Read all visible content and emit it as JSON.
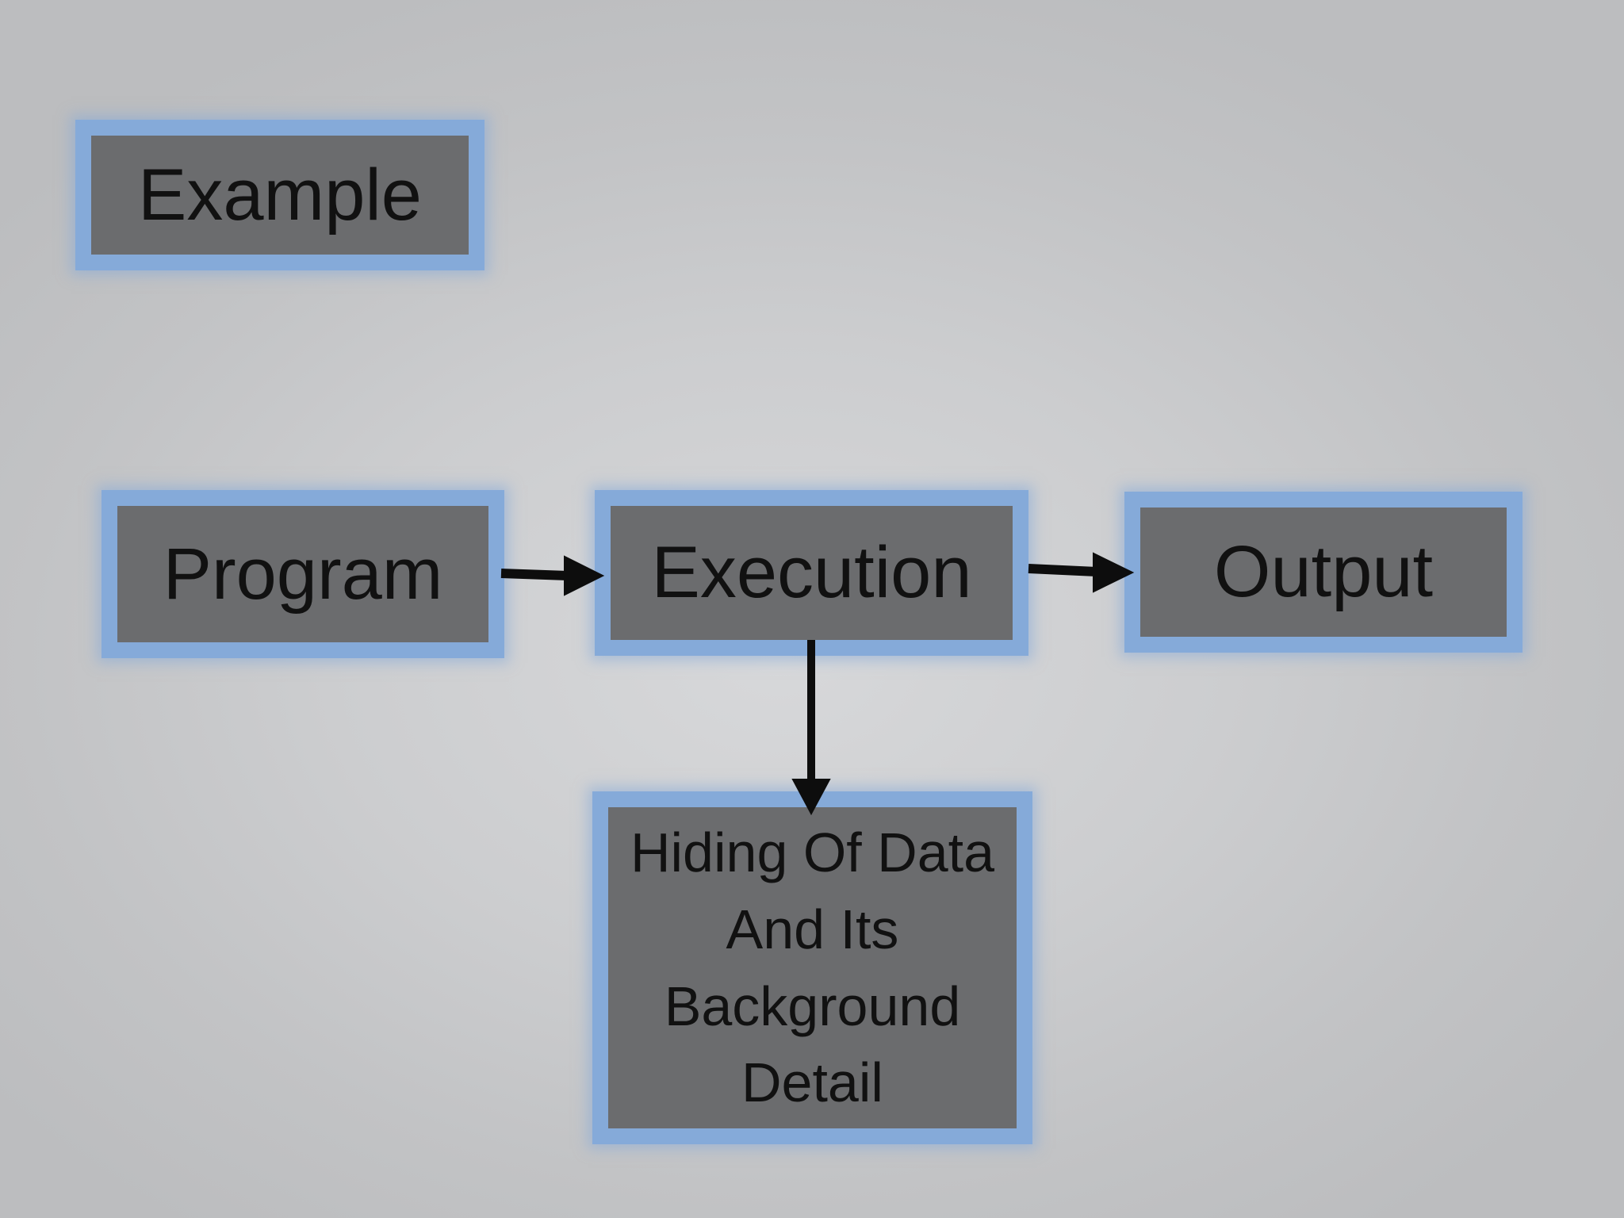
{
  "diagram": {
    "title": "Example",
    "nodes": {
      "example": {
        "label": "Example"
      },
      "program": {
        "label": "Program"
      },
      "execution": {
        "label": "Execution"
      },
      "output": {
        "label": "Output"
      },
      "hiding": {
        "label": "Hiding Of Data And Its Background Detail",
        "lines": [
          "Hiding Of Data",
          "And Its",
          "Background",
          "Detail"
        ]
      }
    },
    "edges": [
      {
        "from": "program",
        "to": "execution",
        "direction": "right"
      },
      {
        "from": "execution",
        "to": "output",
        "direction": "right"
      },
      {
        "from": "execution",
        "to": "hiding",
        "direction": "down"
      }
    ],
    "colors": {
      "background": "#c2c3c5",
      "node_fill": "#6b6c6e",
      "node_border": "#85aad9",
      "glow": "rgba(133,170,217,0.55)",
      "arrow": "#0d0d0d",
      "text": "#111111"
    }
  }
}
